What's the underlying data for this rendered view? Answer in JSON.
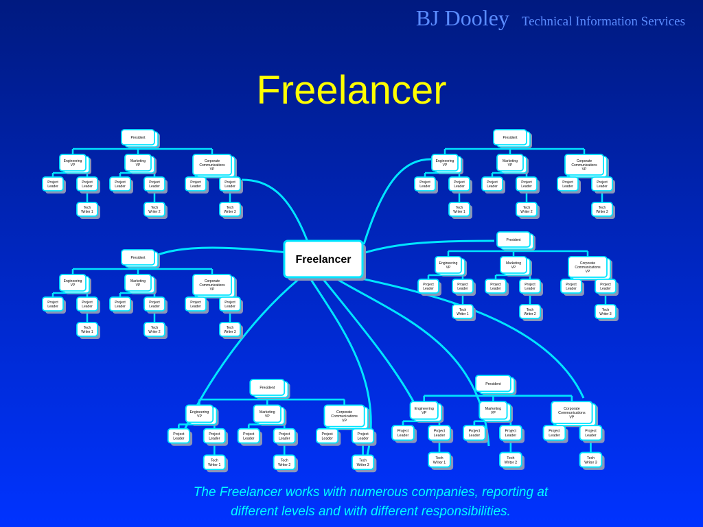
{
  "brand": {
    "name": "BJ Dooley",
    "subtitle": "Technical Information Services"
  },
  "title": "Freelancer",
  "center_label": "Freelancer",
  "caption": {
    "line1": "The Freelancer works with numerous companies, reporting at",
    "line2": "different levels and with different responsibilities."
  },
  "org_labels": {
    "president": [
      "President"
    ],
    "vps": [
      [
        "Engineering",
        "VP"
      ],
      [
        "Marketing",
        "VP"
      ],
      [
        "Corporate",
        "Communications",
        "VP"
      ]
    ],
    "leader": [
      "Project",
      "Leader"
    ],
    "writers": [
      [
        "Tech",
        "Writer 1"
      ],
      [
        "Tech",
        "Writer 2"
      ],
      [
        "Tech",
        "Writer 3"
      ]
    ]
  },
  "colors": {
    "accent": "#00e5ff",
    "title": "#ffff00",
    "brand": "#5b8cff",
    "node_fill": "#ffffff",
    "node_shadow": "#8a96b8"
  }
}
